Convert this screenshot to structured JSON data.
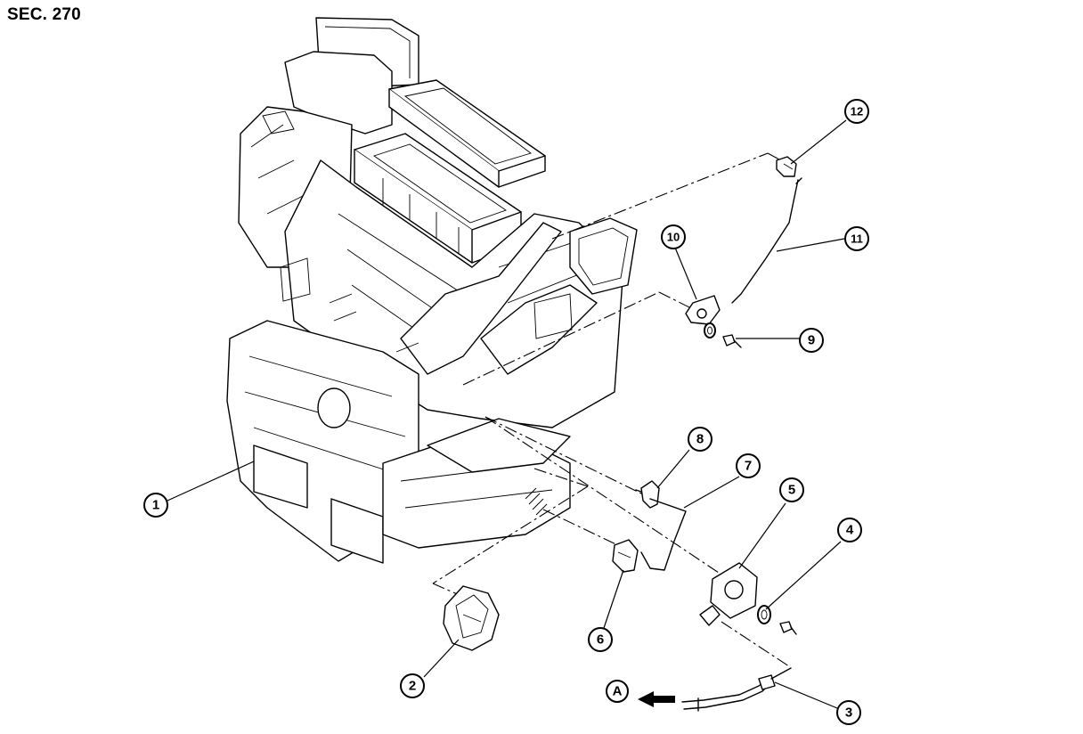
{
  "header": {
    "section_label": "SEC. 270"
  },
  "callouts": [
    {
      "id": "part-1",
      "number": "1"
    },
    {
      "id": "part-2",
      "number": "2"
    },
    {
      "id": "part-3",
      "number": "3"
    },
    {
      "id": "part-4",
      "number": "4"
    },
    {
      "id": "part-5",
      "number": "5"
    },
    {
      "id": "part-6",
      "number": "6"
    },
    {
      "id": "part-7",
      "number": "7"
    },
    {
      "id": "part-8",
      "number": "8"
    },
    {
      "id": "part-9",
      "number": "9"
    },
    {
      "id": "part-10",
      "number": "10"
    },
    {
      "id": "part-11",
      "number": "11"
    },
    {
      "id": "part-12",
      "number": "12"
    }
  ],
  "view_marker": {
    "letter": "A"
  }
}
